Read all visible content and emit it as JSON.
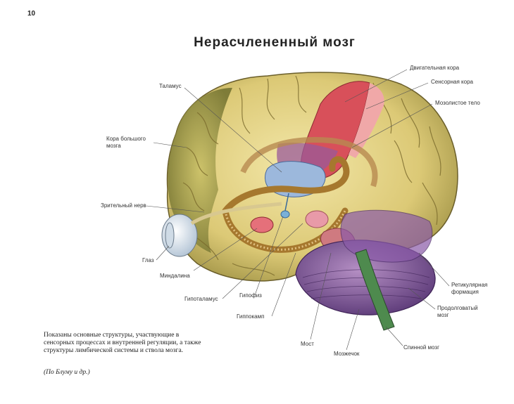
{
  "page_number": "10",
  "title": "Нерасчлененный мозг",
  "labels": {
    "motor_cortex": "Двигательная кора",
    "sensory_cortex": "Сенсорная кора",
    "corpus_callosum": "Мозолистое тело",
    "thalamus": "Таламус",
    "cerebral_cortex_1": "Кора большого",
    "cerebral_cortex_2": "мозга",
    "optic_nerve": "Зрительный нерв",
    "eye": "Глаз",
    "amygdala": "Миндалина",
    "hypothalamus": "Гипоталамус",
    "pituitary": "Гипофиз",
    "hippocampus": "Гиппокамп",
    "pons": "Мост",
    "cerebellum": "Мозжечок",
    "spinal_cord": "Спинной мозг",
    "medulla_1": "Продолговатый",
    "medulla_2": "мозг",
    "reticular_1": "Ретикулярная",
    "reticular_2": "формация"
  },
  "caption": "Показаны основные структуры, участвующие в сенсорных процессах и внутренней регуляции, а также структуры лимбической системы и ствола мозга.",
  "credit": "(По Блуму и др.)"
}
